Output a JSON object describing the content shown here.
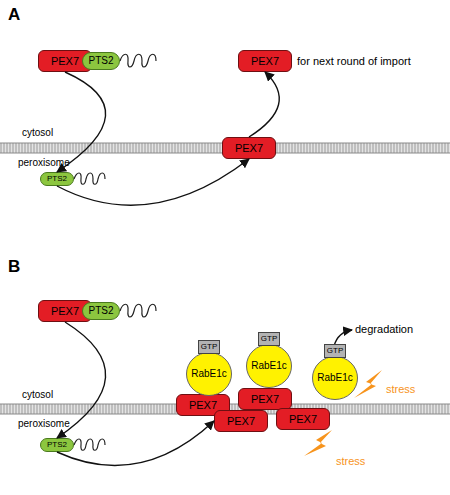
{
  "diagram": {
    "nodes": [
      {
        "text": [
          "PEX7"
        ]
      },
      {
        "text": [
          "PTS2"
        ]
      },
      {
        "text": [
          "PEX7"
        ]
      },
      {
        "text": [
          "PTS2"
        ]
      },
      {
        "text": [
          "PEX7"
        ]
      },
      {
        "text": [
          "PEX7"
        ]
      },
      {
        "text": [
          "PTS2"
        ]
      },
      {
        "text": [
          "PTS2"
        ]
      },
      {
        "text": [
          "PEX7"
        ]
      },
      {
        "text": [
          "PEX7"
        ]
      },
      {
        "text": [
          "PEX7"
        ]
      },
      {
        "text": [
          "PEX7"
        ]
      },
      {
        "text": [
          "RabE1c"
        ]
      },
      {
        "text": [
          "RabE1c"
        ]
      },
      {
        "text": [
          "RabE1c"
        ]
      },
      {
        "text": [
          "GTP"
        ]
      },
      {
        "text": [
          "GTP"
        ]
      },
      {
        "text": [
          "GTP"
        ]
      }
    ],
    "edges": [
      {
        "from": 0,
        "to": 3,
        "arrow": "to"
      },
      {
        "from": 3,
        "to": 4,
        "arrow": "to"
      },
      {
        "from": 4,
        "to": 2,
        "arrow": "to"
      },
      {
        "from": 5,
        "to": 7,
        "arrow": "to"
      },
      {
        "from": 7,
        "to": 10,
        "arrow": "to"
      }
    ],
    "labels": [
      "A",
      "for next round of import",
      "cytosol",
      "peroxisome",
      "B",
      "degradation",
      "cytosol",
      "peroxisome",
      "stress",
      "stress"
    ]
  }
}
